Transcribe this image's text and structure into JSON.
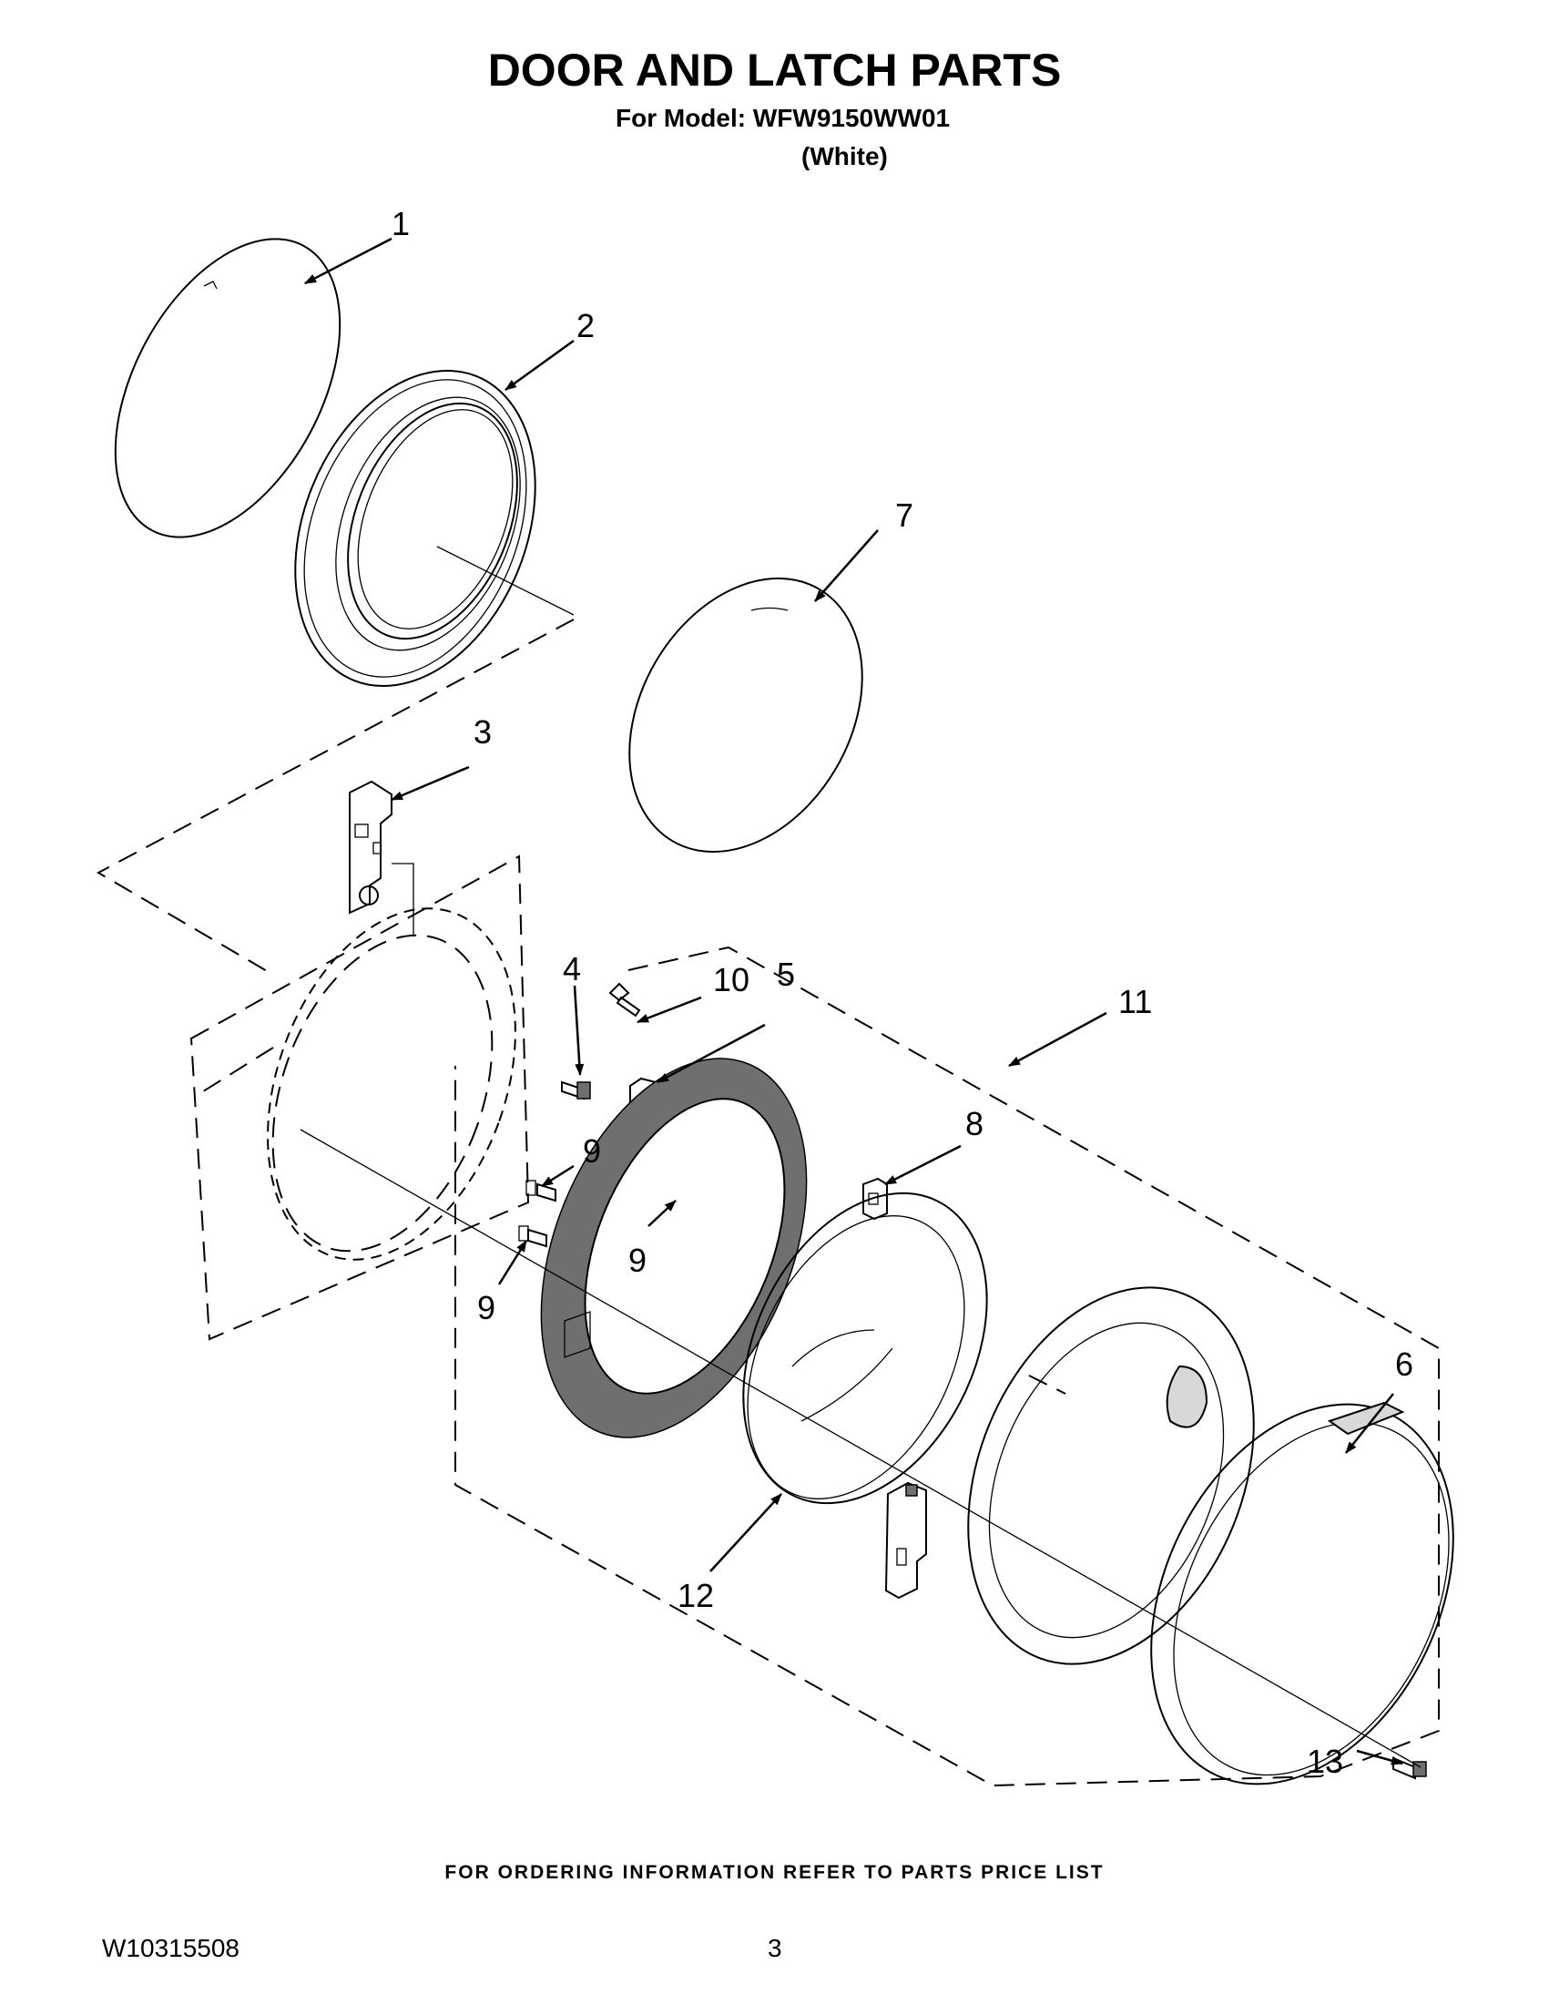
{
  "header": {
    "title": "DOOR AND LATCH PARTS",
    "model_line": "For Model: WFW9150WW01",
    "color_line": "(White)"
  },
  "callouts": {
    "p1": "1",
    "p2": "2",
    "p3": "3",
    "p4": "4",
    "p5": "5",
    "p6": "6",
    "p7": "7",
    "p8": "8",
    "p9a": "9",
    "p9b": "9",
    "p9c": "9",
    "p10": "10",
    "p11": "11",
    "p12": "12",
    "p13": "13"
  },
  "footer": {
    "ordering_note": "FOR ORDERING INFORMATION REFER TO PARTS PRICE LIST",
    "document_number": "W10315508",
    "page_number": "3"
  }
}
